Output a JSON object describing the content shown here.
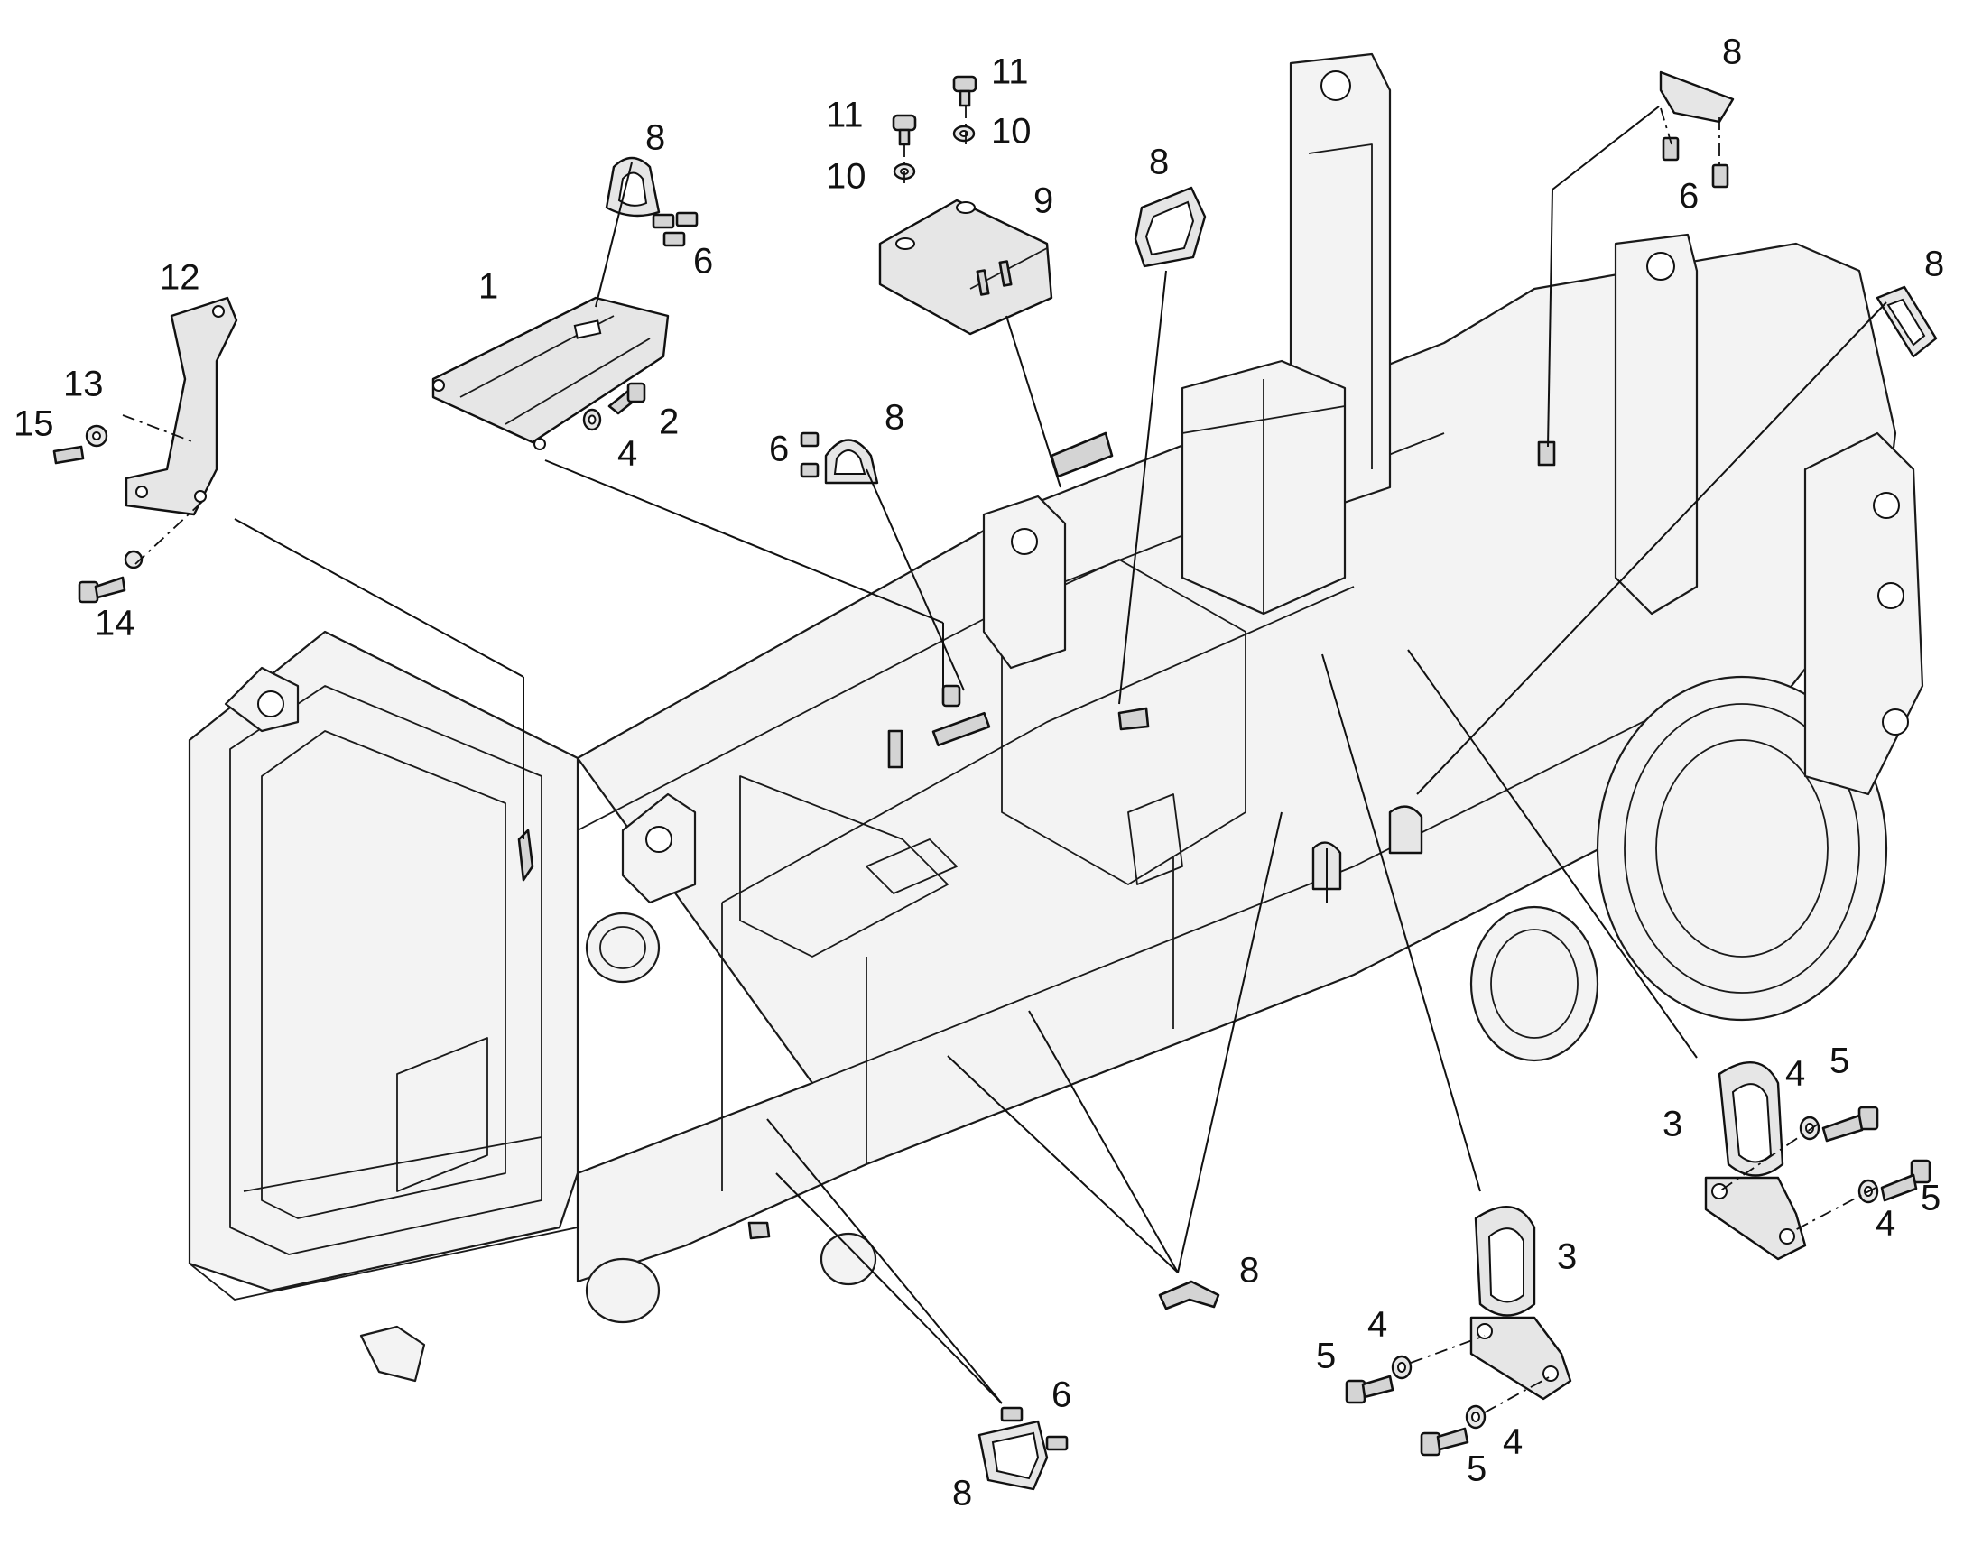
{
  "callouts": {
    "c1": "1",
    "c2": "2",
    "c3": "3",
    "c4": "4",
    "c5": "5",
    "c6": "6",
    "c8": "8",
    "c9": "9",
    "c10": "10",
    "c11": "11",
    "c12": "12",
    "c13": "13",
    "c14": "14",
    "c15": "15"
  }
}
